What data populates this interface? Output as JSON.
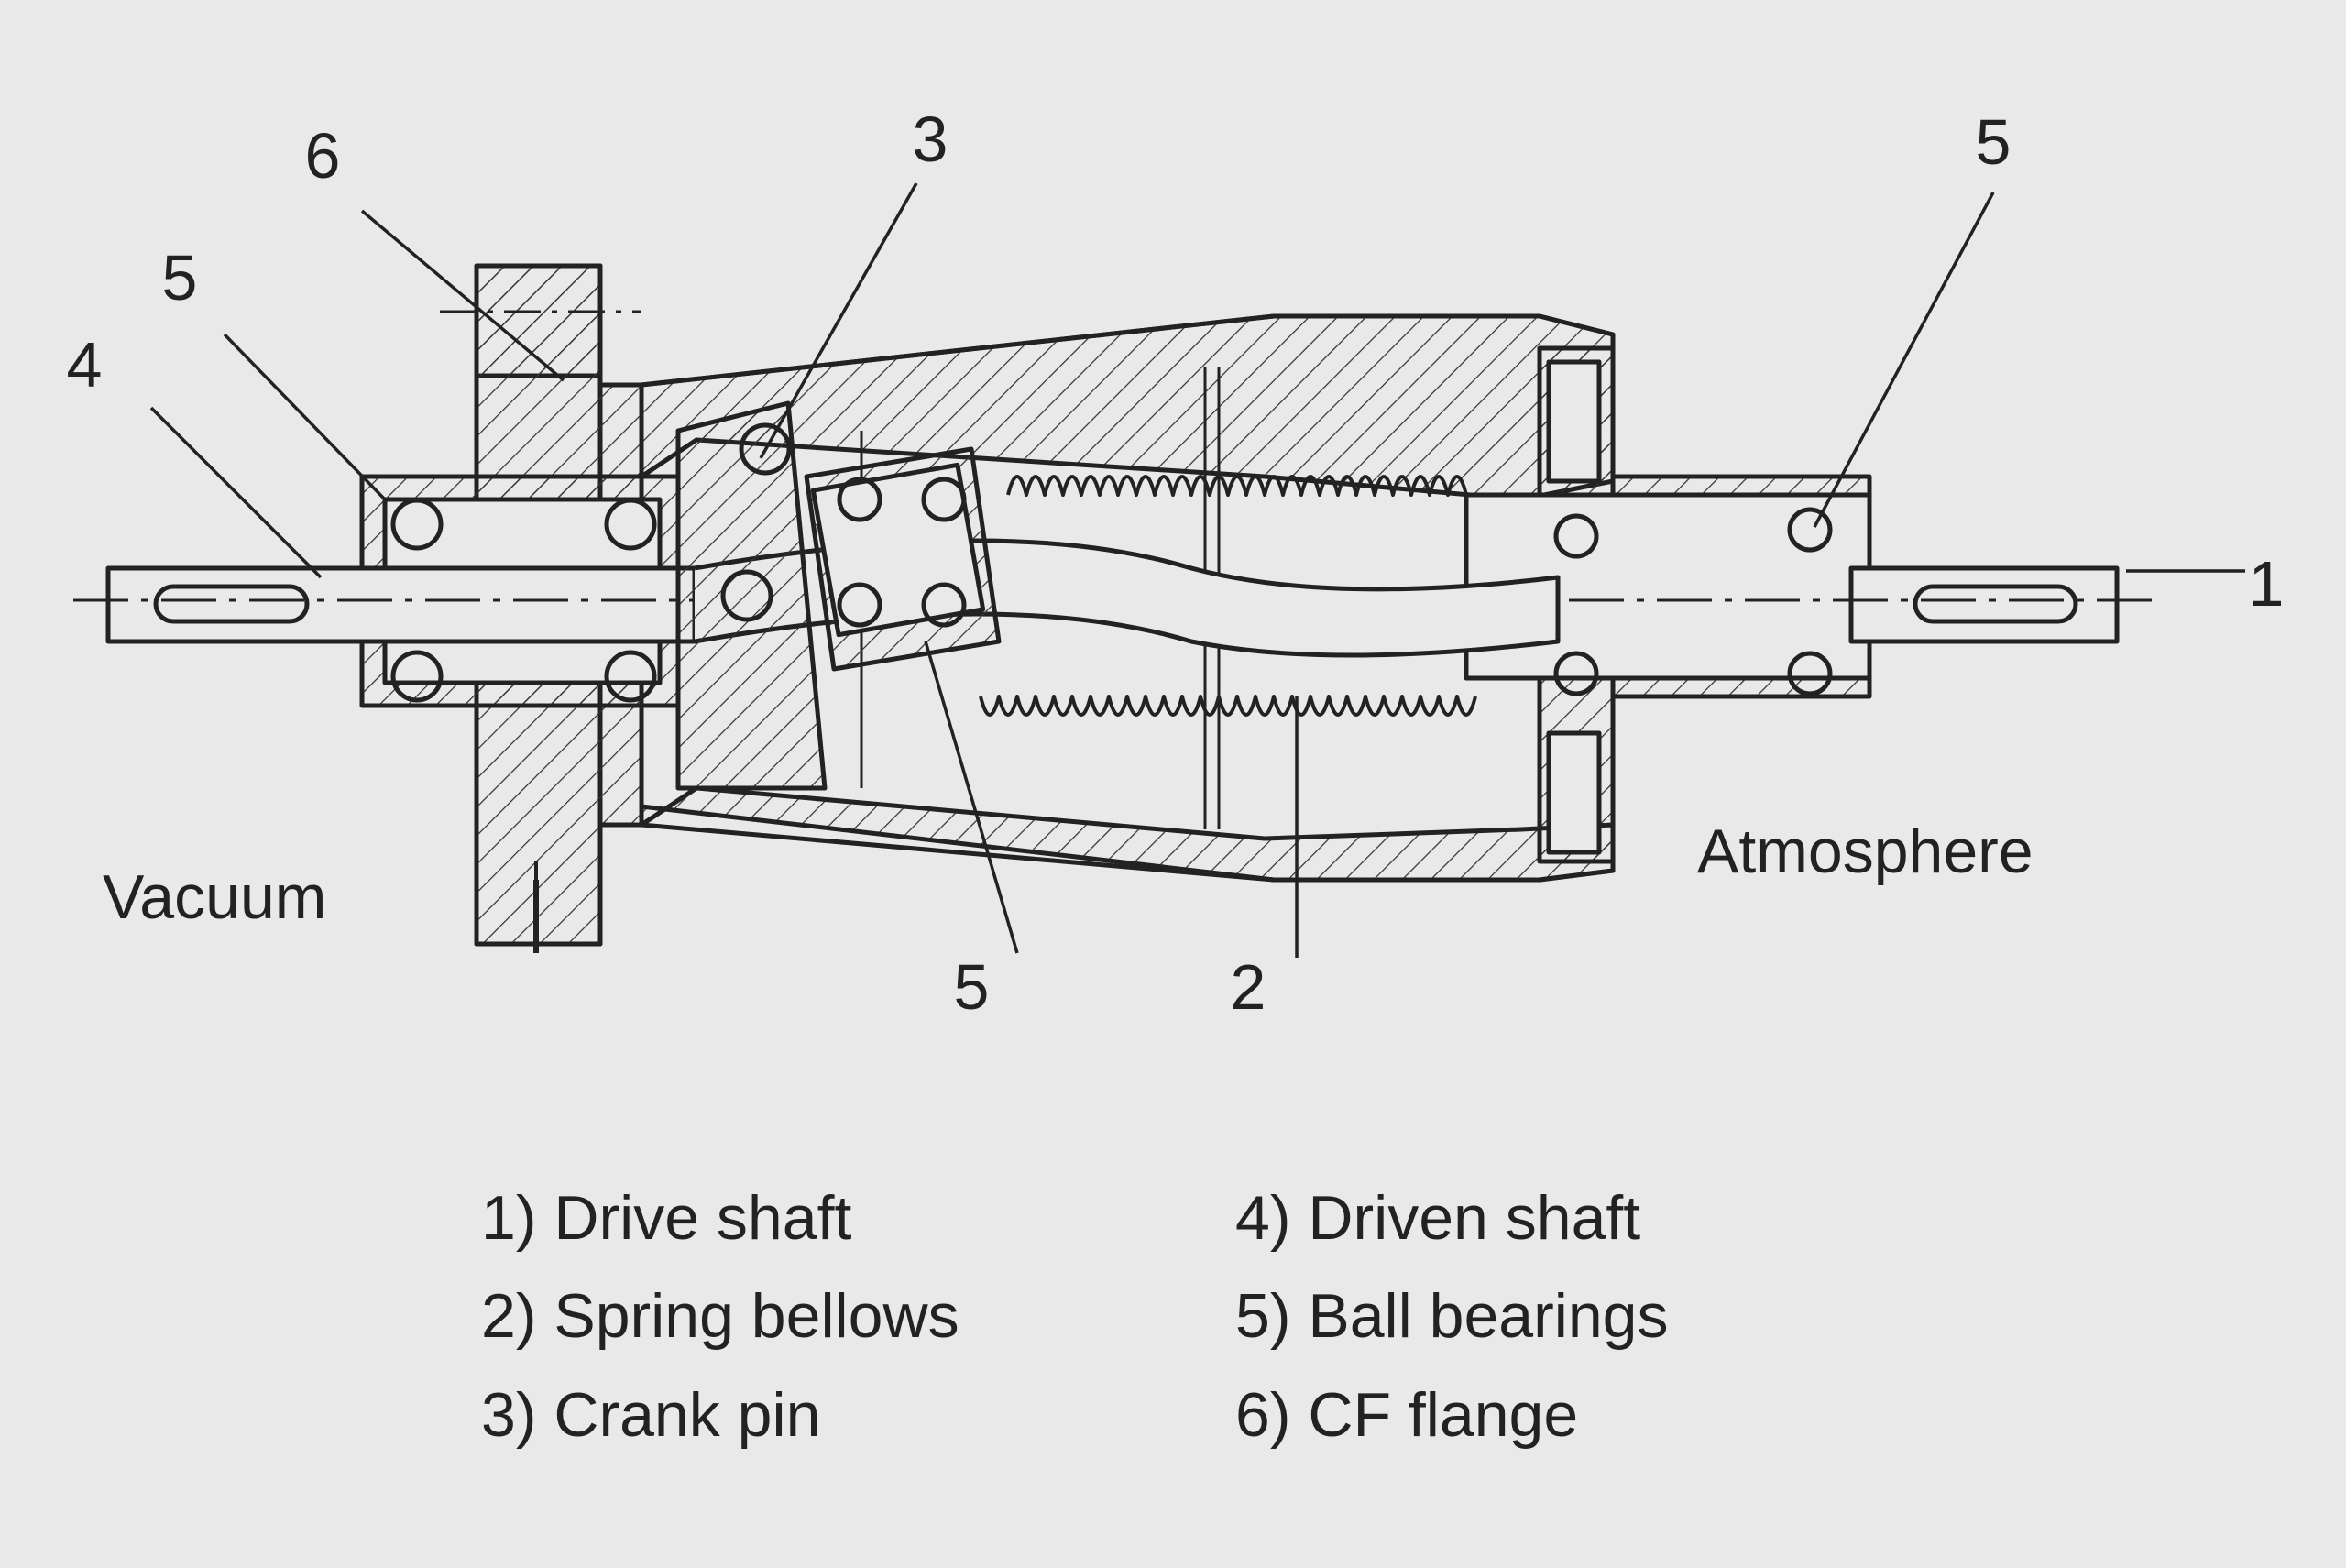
{
  "callouts": {
    "c1": "1",
    "c2": "2",
    "c3": "3",
    "c4": "4",
    "c5_left": "5",
    "c5_right": "5",
    "c5_bottom": "5",
    "c6": "6"
  },
  "regions": {
    "vacuum": "Vacuum",
    "atmosphere": "Atmosphere"
  },
  "legend": [
    "1) Drive shaft",
    "2) Spring bellows",
    "3) Crank pin",
    "4) Driven shaft",
    "5) Ball bearings",
    "6) CF flange"
  ],
  "colors": {
    "background": "#e9e9e9",
    "line": "#222222"
  }
}
